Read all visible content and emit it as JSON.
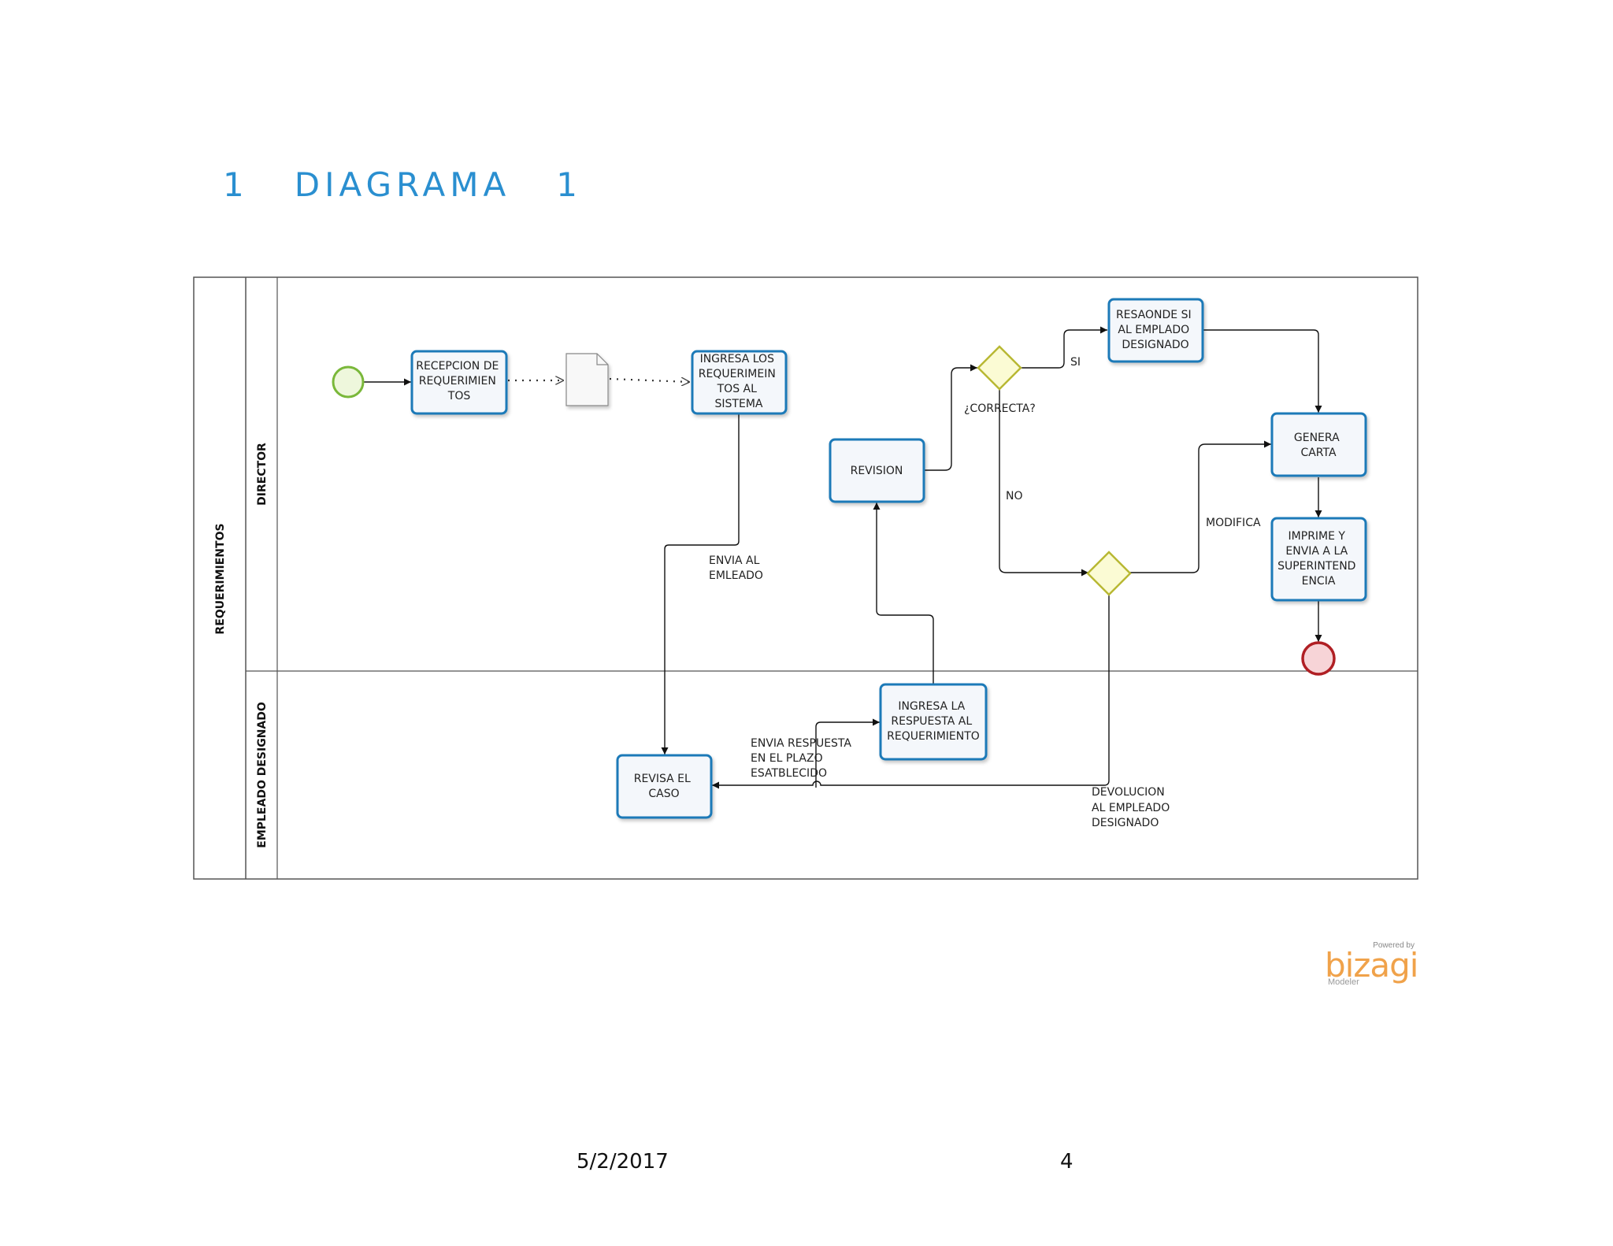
{
  "heading": "1   DIAGRAMA   1",
  "pool": {
    "name": "REQUERIMIENTOS"
  },
  "lanes": [
    {
      "name": "DIRECTOR"
    },
    {
      "name": "EMPLEADO DESIGNADO"
    }
  ],
  "tasks": {
    "recepcion": [
      "RECEPCION DE",
      "REQUERIMIEN",
      "TOS"
    ],
    "ingresa_sistema": [
      "INGRESA LOS",
      "REQUERIMEIN",
      "TOS AL",
      "SISTEMA"
    ],
    "revision": [
      "REVISION"
    ],
    "resaonde": [
      "RESAONDE SI",
      "AL EMPLADO",
      "DESIGNADO"
    ],
    "genera_carta": [
      "GENERA",
      "CARTA"
    ],
    "imprime": [
      "IMPRIME Y",
      "ENVIA A LA",
      "SUPERINTEND",
      "ENCIA"
    ],
    "revisa_caso": [
      "REVISA EL",
      "CASO"
    ],
    "ingresa_respuesta": [
      "INGRESA LA",
      "RESPUESTA AL",
      "REQUERIMIENTO"
    ]
  },
  "gateways": {
    "correcta": "¿CORRECTA?"
  },
  "flow_labels": {
    "si": "SI",
    "no": "NO",
    "modifica": "MODIFICA",
    "envia_empleado": [
      "ENVIA AL",
      "EMLEADO"
    ],
    "envia_respuesta": [
      "ENVIA RESPUESTA",
      "EN EL PLAZO",
      "ESATBLECIDO"
    ],
    "devolucion": [
      "DEVOLUCION",
      "AL EMPLEADO",
      "DESIGNADO"
    ]
  },
  "brand": {
    "powered": "Powered by",
    "name": "bizagi",
    "sub": "Modeler"
  },
  "footer": {
    "date": "5/2/2017",
    "page": "4"
  },
  "colors": {
    "heading": "#2a8fd0",
    "task_border": "#1f7ab8",
    "task_fill": "#f4f7fb",
    "gateway_border": "#b8b833",
    "gateway_fill": "#fbfbd4",
    "start_border": "#7ab83a",
    "start_fill": "#eef7dc",
    "end_border": "#b01f24",
    "end_fill": "#f7d4d7"
  }
}
